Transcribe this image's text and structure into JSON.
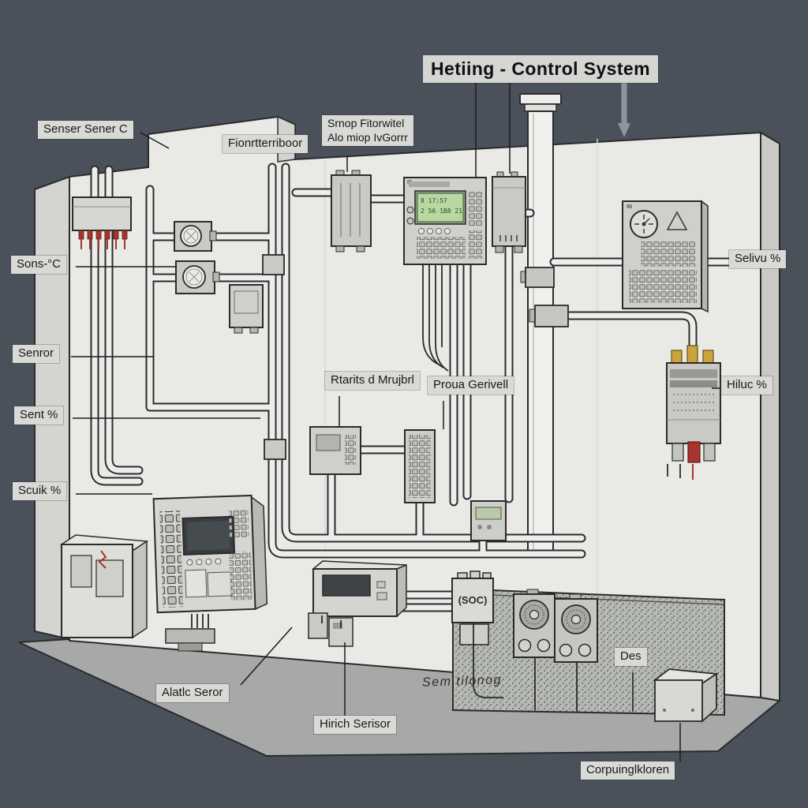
{
  "title": "Hetiing - Control System",
  "labels": {
    "sensor_top_left": "Senser Sener C",
    "sensor_temp": "Sons-°C",
    "sensor_mid": "Senror",
    "sensor_percent": "Sent %",
    "stuck_percent": "Scuik %",
    "front_door": "Fionrtterriboor",
    "pump_line1": "Srnop Fitorwitel",
    "pump_line2": "Alo miop IvGorrr",
    "manifold": "Rtarits d Mrujbrl",
    "program_level": "Proua Gerivell",
    "valve_percent": "Selivu %",
    "flow_percent": "Hiluc %",
    "des": "Des",
    "attic_sensor": "Alatlc Seror",
    "humidity_sensor": "Hirich Serisor",
    "soc": "(SOC)",
    "ground_note": "Sem tilonog",
    "computing": "Corpuinglkloren"
  },
  "controller_display": {
    "line1": "8  17:57",
    "line2": "2 56 1B8 21"
  },
  "colors": {
    "background": "#4a515b",
    "wall": "#e9e9e6",
    "left_wall": "#d4d4d1",
    "floor": "#a6a9a7",
    "label_bg": "#d9d9d6",
    "pipe": "#ededeb",
    "outline": "#2c2c2c",
    "lcd_green": "#b7d8a0",
    "alert_red": "#a83430",
    "brass": "#caa23e",
    "gravel": "#b6b9b4",
    "arrow_gray": "#8f959c"
  }
}
